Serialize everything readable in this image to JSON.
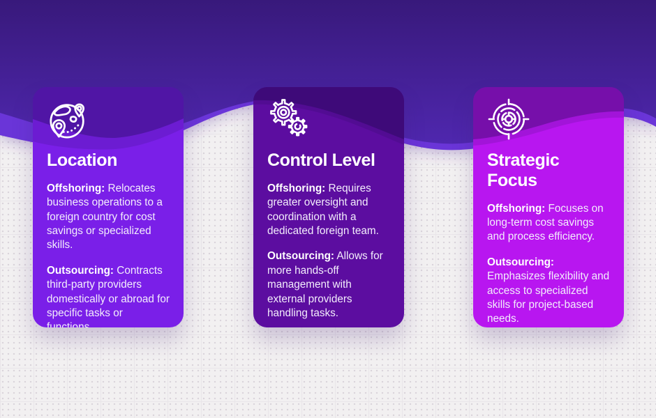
{
  "background": {
    "canvas_color": "#f2f0f1",
    "wave_top_color": "#38197b",
    "wave_bottom_color": "#4f27ae",
    "wave_band_color": "#6b35d8"
  },
  "cards": [
    {
      "title": "Location",
      "icon": "globe-location-pins",
      "color": "#7a1fe8",
      "paragraphs": [
        {
          "label": "Offshoring:",
          "text": " Relocates business operations to a foreign country for cost savings or specialized skills."
        },
        {
          "label": "Outsourcing:",
          "text": " Contracts third-party providers domestically or abroad for specific tasks or functions."
        }
      ]
    },
    {
      "title": "Control Level",
      "icon": "gears",
      "color": "#5c0da0",
      "paragraphs": [
        {
          "label": "Offshoring:",
          "text": " Requires greater oversight and coordination with a dedicated foreign team."
        },
        {
          "label": "Outsourcing:",
          "text": " Allows for more hands-off management with external providers handling tasks."
        }
      ]
    },
    {
      "title": "Strategic Focus",
      "icon": "target",
      "color": "#b816f0",
      "paragraphs": [
        {
          "label": "Offshoring:",
          "text": " Focuses on long-term cost savings and process efficiency."
        },
        {
          "label": "Outsourcing:",
          "text": " Emphasizes flexibility and access to specialized skills for project-based needs."
        }
      ]
    }
  ]
}
